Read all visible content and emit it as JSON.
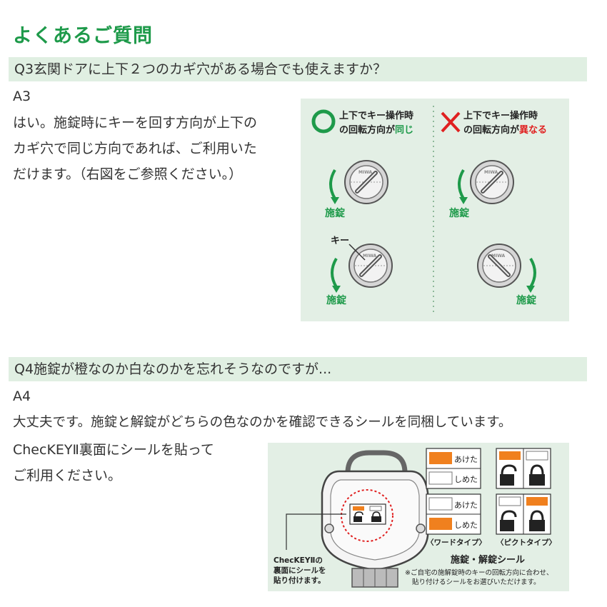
{
  "page_title": "よくあるご質問",
  "q3": {
    "question": "Q3玄関ドアに上下２つのカギ穴がある場合でも使えますか？",
    "answer_label": "A3",
    "answer_lines": [
      "はい。施錠時にキーを回す方向が上下の",
      "カギ穴で同じ方向であれば、ご利用いた",
      "だけます。（右図をご参照ください。）"
    ],
    "figure": {
      "left_heading_line1": "上下でキー操作時",
      "left_heading_line2a": "の回転方向が",
      "left_heading_line2b": "同じ",
      "right_heading_line1": "上下でキー操作時",
      "right_heading_line2a": "の回転方向が",
      "right_heading_line2b": "異なる",
      "lock_word": "施錠",
      "key_label": "キー",
      "cylinder_brand": "MIWA"
    }
  },
  "q4": {
    "question": "Q4施錠が橙なのか白なのかを忘れそうなのですが...",
    "answer_label": "A4",
    "answer_line1": "大丈夫です。施錠と解錠がどちらの色なのかを確認できるシールを同梱しています。",
    "answer_line2": "ChecKEYⅡ裏面にシールを貼って",
    "answer_line3": "ご利用ください。",
    "figure": {
      "device_caption_line1": "ChecKEYⅡの",
      "device_caption_line2": "裏面にシールを",
      "device_caption_line3": "貼り付けます。",
      "open_label": "あけた",
      "close_label": "しめた",
      "word_type": "〈ワードタイプ〉",
      "pict_type": "〈ピクトタイプ〉",
      "seal_title": "施錠・解錠シール",
      "note_line1": "※ご自宅の施解錠時のキーの回転方向に合わせ、",
      "note_line2": "貼り付けるシールをお選びいただけます。"
    }
  },
  "colors": {
    "accent_green": "#1e9a4a",
    "question_bar": "#e0efe2",
    "figure_bg": "#e3efe5",
    "orange": "#f0801e",
    "red": "#e02020"
  }
}
